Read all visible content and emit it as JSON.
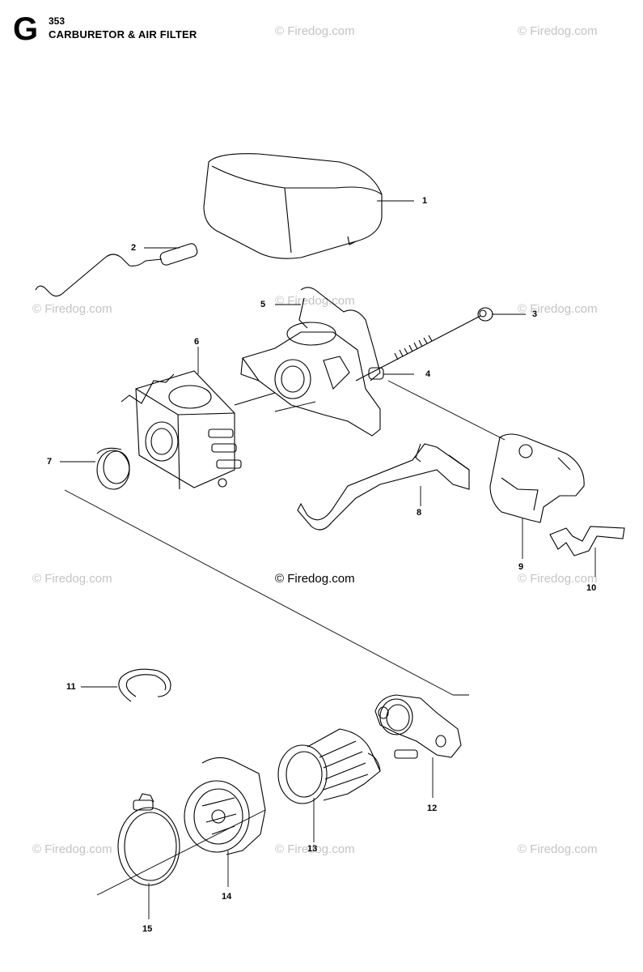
{
  "header": {
    "section_letter": "G",
    "page_number": "353",
    "title": "CARBURETOR & AIR FILTER"
  },
  "watermarks": {
    "corner_text": "© Firedog.com",
    "center_text": "© Firedog.com"
  },
  "callouts": {
    "c1": "1",
    "c2": "2",
    "c3": "3",
    "c4": "4",
    "c5": "5",
    "c6": "6",
    "c7": "7",
    "c8": "8",
    "c9": "9",
    "c10": "10",
    "c11": "11",
    "c12": "12",
    "c13": "13",
    "c14": "14",
    "c15": "15"
  }
}
